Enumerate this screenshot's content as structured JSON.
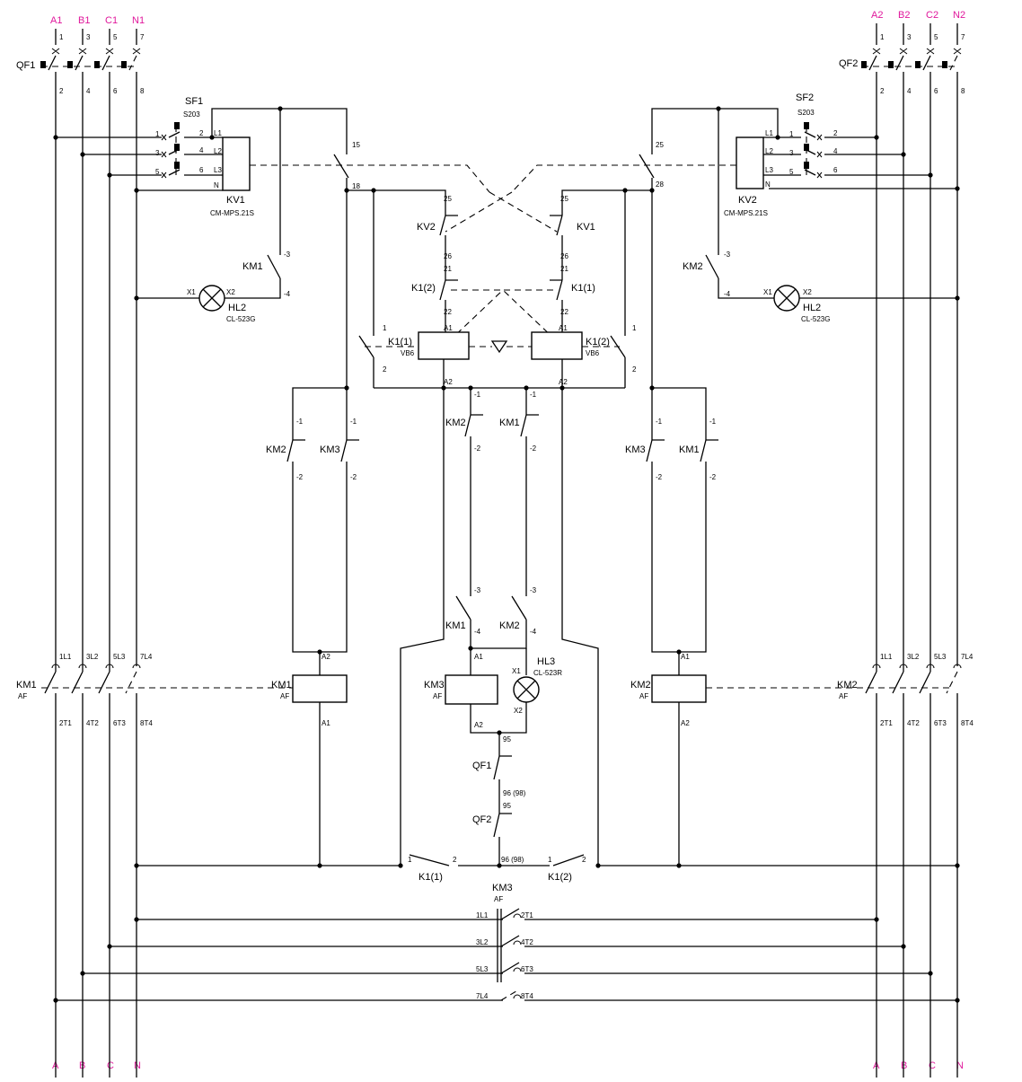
{
  "colors": {
    "wire": "#000000",
    "phase_label": "#e0189c",
    "background": "#ffffff"
  },
  "sources": {
    "input1": [
      "A1",
      "B1",
      "C1",
      "N1"
    ],
    "input2": [
      "A2",
      "B2",
      "C2",
      "N2"
    ],
    "output": [
      "A",
      "B",
      "C",
      "N"
    ]
  },
  "breakers": {
    "qf1": "QF1",
    "qf2": "QF2",
    "term_top": [
      "1",
      "3",
      "5",
      "7"
    ],
    "term_bottom": [
      "2",
      "4",
      "6",
      "8"
    ]
  },
  "sf": {
    "sf1": "SF1",
    "sf2": "SF2",
    "model": "S203"
  },
  "relays": {
    "kv1": "KV1",
    "kv2": "KV2",
    "model": "CM-MPS.21S"
  },
  "k1": {
    "k11": "K1(1)",
    "k12": "K1(2)",
    "model": "VB6"
  },
  "contactors": {
    "km1": "KM1",
    "km2": "KM2",
    "km3": "KM3",
    "type": "AF"
  },
  "lamps": {
    "hl2": "HL2",
    "hl3": "HL3",
    "model_g": "CL-523G",
    "model_r": "CL-523R"
  },
  "pins": {
    "L1": "L1",
    "L2": "L2",
    "L3": "L3",
    "N": "N",
    "X1": "X1",
    "X2": "X2",
    "A1": "A1",
    "A2": "A2",
    "m1": "-1",
    "m2": "-2",
    "m3": "-3",
    "m4": "-4",
    "p1": "1",
    "p2": "2",
    "p3": "3",
    "p4": "4",
    "p5": "5",
    "p6": "6",
    "p15": "15",
    "p18": "18",
    "p21": "21",
    "p22": "22",
    "p25": "25",
    "p26": "26",
    "p28": "28",
    "p95": "95",
    "p96": "96 (98)"
  },
  "poles": {
    "top": [
      "1L1",
      "3L2",
      "5L3",
      "7L4"
    ],
    "bottom": [
      "2T1",
      "4T2",
      "6T3",
      "8T4"
    ]
  }
}
